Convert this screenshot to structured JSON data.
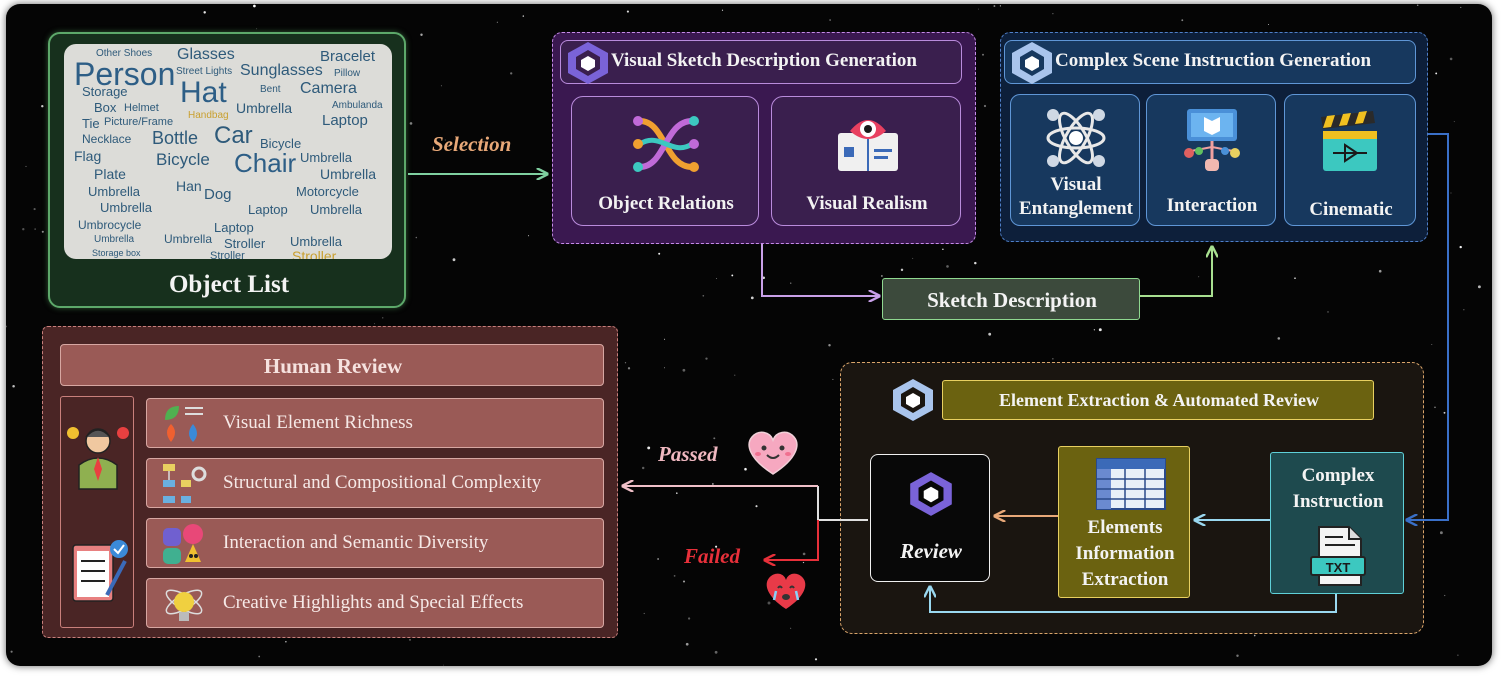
{
  "object_list": {
    "title": "Object List",
    "words": [
      "Person",
      "Hat",
      "Glasses",
      "Sunglasses",
      "Bracelet",
      "Camera",
      "Umbrella",
      "Laptop",
      "Car",
      "Chair",
      "Bottle",
      "Bicycle",
      "Plate",
      "Flag",
      "Box",
      "Storage",
      "Necklace",
      "Tie",
      "Picture/Frame",
      "Helmet",
      "Handbag",
      "Motorcycle",
      "Dog",
      "Stroller",
      "Umbrocycle",
      "Ambulanda",
      "Bent",
      "Street Lights",
      "Pillow",
      "Other Shoes",
      "Han",
      "Storage box"
    ]
  },
  "selection_label": "Selection",
  "visual_sketch": {
    "title": "Visual Sketch Description Generation",
    "cards": [
      {
        "label": "Object Relations",
        "icon": "relations-icon"
      },
      {
        "label": "Visual Realism",
        "icon": "eye-book-icon"
      }
    ]
  },
  "complex_scene": {
    "title": "Complex Scene Instruction Generation",
    "cards": [
      {
        "label": "Visual Entanglement",
        "icon": "atom-icon"
      },
      {
        "label": "Interaction",
        "icon": "interaction-icon"
      },
      {
        "label": "Cinematic",
        "icon": "clapperboard-icon"
      }
    ]
  },
  "sketch_description": "Sketch Description",
  "element_extraction": {
    "title": "Element Extraction & Automated Review",
    "review_label": "Review",
    "elements_label": "Elements Information Extraction",
    "complex_instruction_label": "Complex Instruction",
    "txt_label": "TXT"
  },
  "human_review": {
    "title": "Human Review",
    "criteria": [
      "Visual Element Richness",
      "Structural and Compositional Complexity",
      "Interaction and Semantic Diversity",
      "Creative Highlights and Special Effects"
    ]
  },
  "outcomes": {
    "passed": "Passed",
    "failed": "Failed"
  },
  "colors": {
    "selection": "#e8a878",
    "passed": "#f0b8c0",
    "failed": "#e8303a",
    "purple_accent": "#b98bdc",
    "blue_accent": "#5f96d6",
    "yellow_box": "#6b6210"
  }
}
